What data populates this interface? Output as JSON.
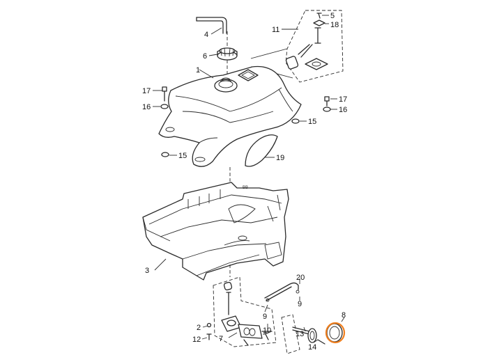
{
  "diagram": {
    "highlight_color": "#f07f1e",
    "line_color": "#2a2a2a",
    "highlighted_part": "8"
  },
  "callouts": {
    "c1": "1",
    "c2": "2",
    "c3": "3",
    "c4": "4",
    "c5": "5",
    "c6": "6",
    "c7": "7",
    "c8": "8",
    "c9a": "9",
    "c9b": "9",
    "c10": "10",
    "c11": "11",
    "c12": "12",
    "c13": "13",
    "c14": "14",
    "c15a": "15",
    "c15b": "15",
    "c16a": "16",
    "c16b": "16",
    "c17a": "17",
    "c17b": "17",
    "c18": "18",
    "c19": "19",
    "c20": "20"
  },
  "frame_mark": "BB"
}
